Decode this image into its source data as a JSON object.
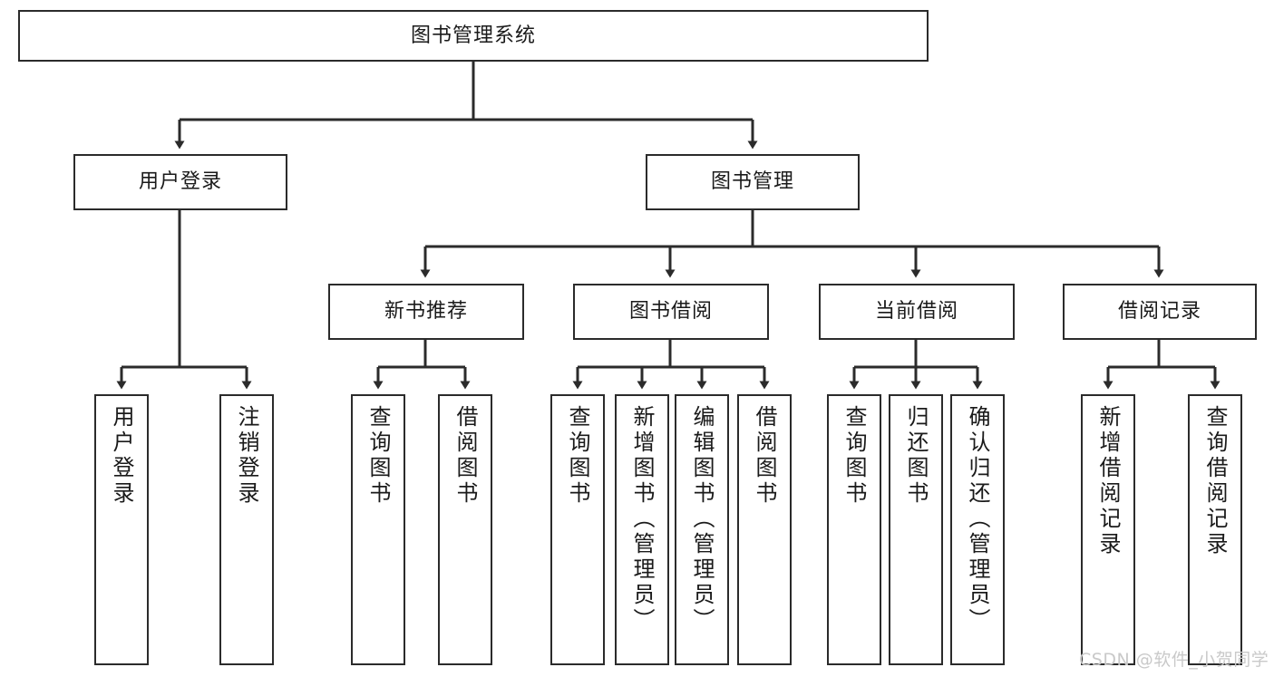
{
  "diagram": {
    "title": "图书管理系统",
    "watermark": "CSDN @软件_小贺同学",
    "colors": {
      "stroke": "#2b2b2b",
      "fill": "#ffffff",
      "text": "#1a1a1a",
      "watermark": "#c9c9c9"
    },
    "root": {
      "label": "图书管理系统"
    },
    "level2": [
      {
        "label": "用户登录"
      },
      {
        "label": "图书管理"
      }
    ],
    "level3": [
      {
        "label": "新书推荐"
      },
      {
        "label": "图书借阅"
      },
      {
        "label": "当前借阅"
      },
      {
        "label": "借阅记录"
      }
    ],
    "leaves_user_login": [
      {
        "label": "用户登录"
      },
      {
        "label": "注销登录"
      }
    ],
    "leaves_new_books": [
      {
        "label": "查询图书"
      },
      {
        "label": "借阅图书"
      }
    ],
    "leaves_borrow": [
      {
        "label": "查询图书"
      },
      {
        "label": "新增图书（管理员）"
      },
      {
        "label": "编辑图书（管理员）"
      },
      {
        "label": "借阅图书"
      }
    ],
    "leaves_current": [
      {
        "label": "查询图书"
      },
      {
        "label": "归还图书"
      },
      {
        "label": "确认归还（管理员）"
      }
    ],
    "leaves_records": [
      {
        "label": "新增借阅记录"
      },
      {
        "label": "查询借阅记录"
      }
    ]
  }
}
